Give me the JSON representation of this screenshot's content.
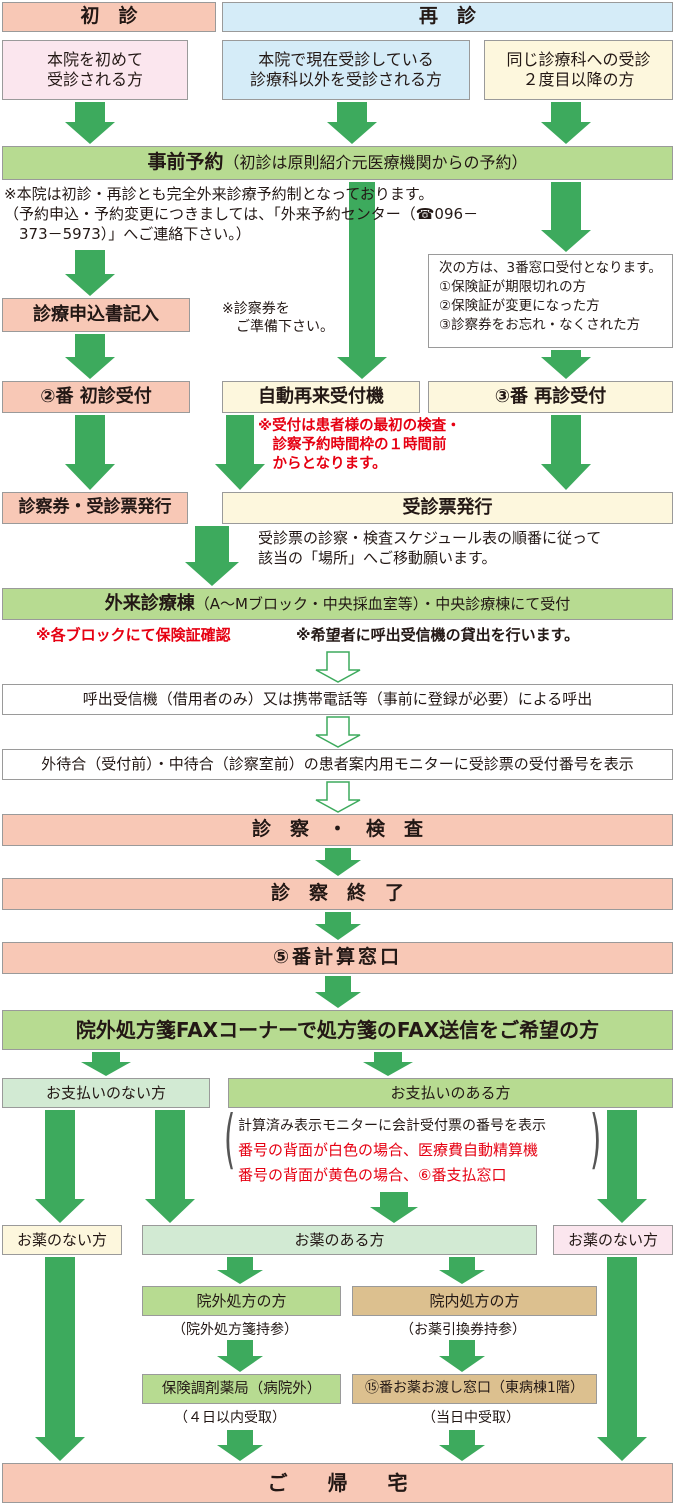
{
  "colors": {
    "arrow_green": "#3daa5d",
    "salmon": "#f8c8b6",
    "green_band": "#b7db91",
    "text_red": "#e60012",
    "blue": "#d5ecf8"
  },
  "header": {
    "first_visit": "初　診",
    "return_visit": "再　診"
  },
  "patients": {
    "first_time": "本院を初めて\n受診される方",
    "other_department": "本院で現在受診している\n診療科以外を受診される方",
    "same_department": "同じ診療科への受診\n２度目以降の方"
  },
  "reservation": {
    "title": "事前予約",
    "subtitle": "（初診は原則紹介元医療機関からの予約）",
    "note": "※本院は初診・再診とも完全外来診療予約制となっております。\n（予約申込・予約変更につきましては、「外来予約センター（☎096－\n　373－5973）」へご連絡下さい。）"
  },
  "window3_note": "次の方は、3番窓口受付となります。\n①保険証が期限切れの方\n②保険証が変更になった方\n③診察券をお忘れ・なくされた方",
  "application_form": "診療申込書記入",
  "card_note": "※診察券を\n　ご準備下さい。",
  "reception": {
    "first": "②番 初診受付",
    "machine": "自動再来受付機",
    "return": "③番 再診受付",
    "machine_note": "※受付は患者様の最初の検査・\n　診察予約時間枠の１時間前\n　からとなります。"
  },
  "issue": {
    "first": "診察券・受診票発行",
    "return": "受診票発行",
    "note": "受診票の診察・検査スケジュール表の順番に従って\n該当の「場所」へご移動願います。"
  },
  "outpatient": {
    "title": "外来診療棟",
    "detail": "（A～Mブロック・中央採血室等）・中央診療棟にて受付",
    "note_red": "※各ブロックにて保険証確認",
    "note": "※希望者に呼出受信機の貸出を行います。"
  },
  "call": "呼出受信機（借用者のみ）又は携帯電話等（事前に登録が必要）による呼出",
  "monitor": "外待合（受付前）・中待合（診察室前）の患者案内用モニターに受診票の受付番号を表示",
  "exam": "診　察　・　検　査",
  "exam_end": "診　察　終　了",
  "billing": "⑤番計算窓口",
  "fax": "院外処方箋FAXコーナーで処方箋のFAX送信をご希望の方",
  "payment": {
    "none": "お支払いのない方",
    "some": "お支払いのある方",
    "line1": "計算済み表示モニターに会計受付票の番号を表示",
    "line2": "番号の背面が白色の場合、医療費自動精算機",
    "line3": "番号の背面が黄色の場合、⑥番支払窓口"
  },
  "medicine": {
    "none_left": "お薬のない方",
    "has": "お薬のある方",
    "none_right": "お薬のない方",
    "outside": "院外処方の方",
    "outside_note": "（院外処方箋持参）",
    "inside": "院内処方の方",
    "inside_note": "（お薬引換券持参）",
    "pharmacy": "保険調剤薬局（病院外）",
    "pharmacy_note": "（４日以内受取）",
    "window15": "⑮番お薬お渡し窓口（東病棟1階）",
    "window15_note": "（当日中受取）"
  },
  "home": "ご　　帰　　宅"
}
